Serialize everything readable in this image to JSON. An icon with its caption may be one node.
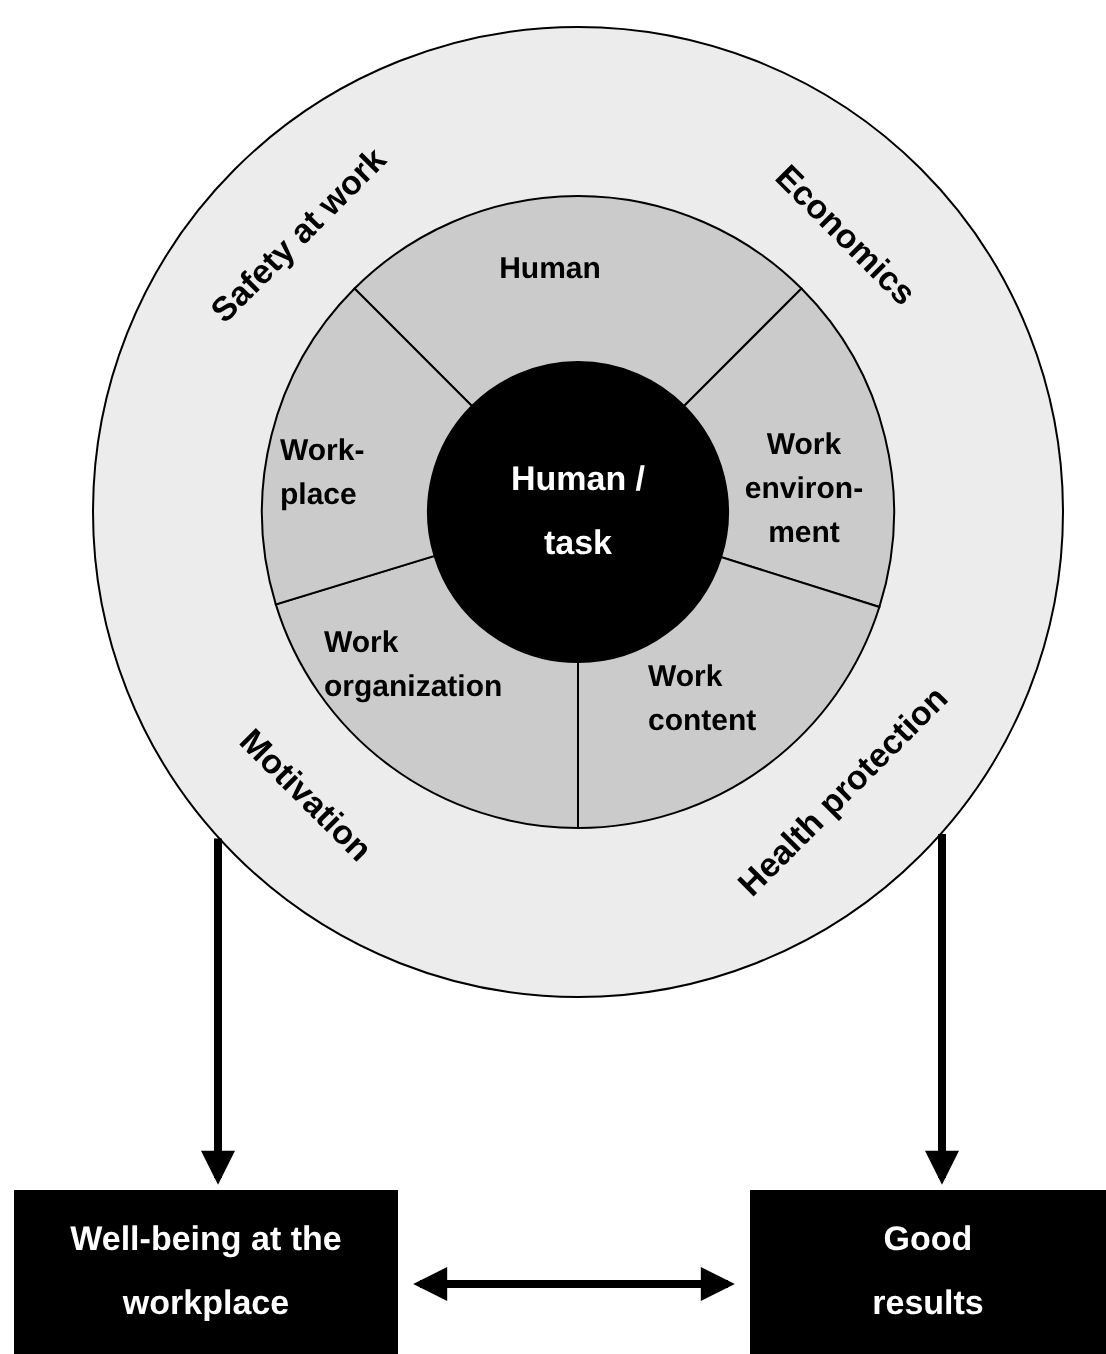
{
  "diagram": {
    "nodes": [
      {
        "text": [
          "Safety at work",
          "Economics",
          "Motivation",
          "Health protection"
        ]
      },
      {
        "text": [
          "Human"
        ],
        "in": 0
      },
      {
        "text": [
          "Work environ- ment"
        ],
        "in": 0
      },
      {
        "text": [
          "Work content"
        ],
        "in": 0
      },
      {
        "text": [
          "Work organization"
        ],
        "in": 0
      },
      {
        "text": [
          "Work- place"
        ],
        "in": 0
      },
      {
        "text": [
          "Human / task"
        ],
        "in": 0
      },
      {
        "text": [
          "Well-being at the workplace"
        ]
      },
      {
        "text": [
          "Good results"
        ]
      }
    ],
    "edges": [
      {
        "from": 0,
        "to": 7,
        "arrow": "to"
      },
      {
        "from": 0,
        "to": 8,
        "arrow": "to"
      },
      {
        "from": 7,
        "to": 8,
        "arrow": "both"
      }
    ]
  }
}
